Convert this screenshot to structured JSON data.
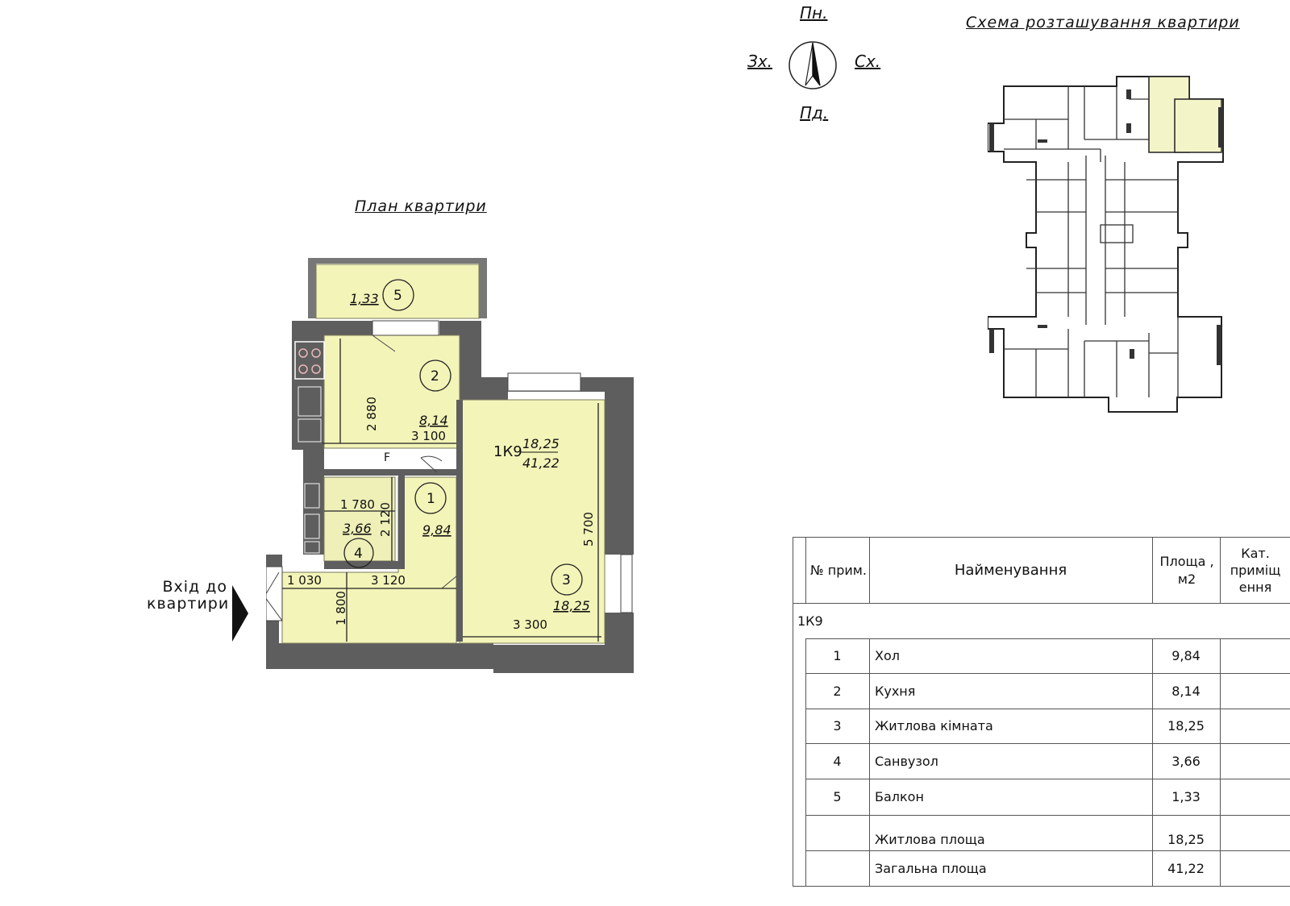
{
  "headers": {
    "plan_title": "План квартири",
    "scheme_title": "Схема розташування квартири"
  },
  "compass": {
    "north": "Пн.",
    "south": "Пд.",
    "west": "Зх.",
    "east": "Сх."
  },
  "entrance": {
    "line1": "Вхід до",
    "line2": "квартири"
  },
  "plan": {
    "apartment_code": "1К9",
    "living_area": "18,25",
    "total_area": "41,22",
    "rooms": [
      {
        "num": "1",
        "area": "9,84"
      },
      {
        "num": "2",
        "area": "8,14"
      },
      {
        "num": "3",
        "area": "18,25"
      },
      {
        "num": "4",
        "area": "3,66"
      },
      {
        "num": "5",
        "area": "1,33"
      }
    ],
    "dimensions": {
      "kitchen_h": "2 880",
      "kitchen_w": "3 100",
      "bath_w": "1 780",
      "bath_h": "2 120",
      "room_h": "5 700",
      "room_w": "3 300",
      "hall_w": "3 120",
      "hall_small": "1 030",
      "hall_h": "1 800"
    },
    "marker_f": "F"
  },
  "table": {
    "headers": {
      "num": "№ прим.",
      "name": "Найменування",
      "area": "Площа , м2",
      "cat": "Кат. приміщ ення"
    },
    "group": "1К9",
    "rows": [
      {
        "num": "1",
        "name": "Хол",
        "area": "9,84"
      },
      {
        "num": "2",
        "name": "Кухня",
        "area": "8,14"
      },
      {
        "num": "3",
        "name": "Житлова кімната",
        "area": "18,25"
      },
      {
        "num": "4",
        "name": "Санвузол",
        "area": "3,66"
      },
      {
        "num": "5",
        "name": "Балкон",
        "area": "1,33"
      }
    ],
    "totals": [
      {
        "name": "Житлова площа",
        "area": "18,25"
      },
      {
        "name": "Загальна площа",
        "area": "41,22"
      }
    ]
  },
  "colors": {
    "room_fill": "#f3f4b8",
    "wall": "#5a5a5a",
    "highlight": "#f3f4c8"
  }
}
